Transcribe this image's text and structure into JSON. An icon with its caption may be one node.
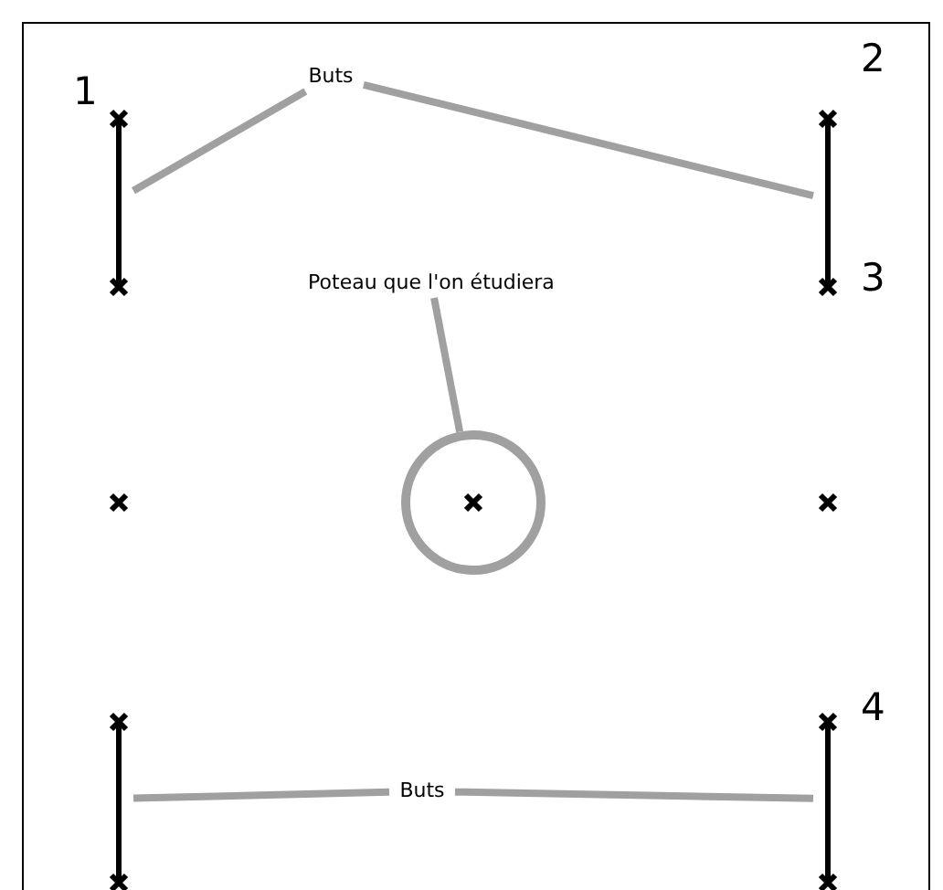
{
  "diagram": {
    "nodes": [
      {
        "text": [
          "Buts"
        ]
      },
      {
        "text": [],
        "shape": "bar"
      },
      {
        "text": [],
        "shape": "bar"
      },
      {
        "text": [
          "Poteau que l'on étudiera"
        ]
      },
      {
        "text": [],
        "shape": "circle"
      },
      {
        "text": [
          "Buts"
        ]
      },
      {
        "text": [],
        "shape": "bar"
      },
      {
        "text": [],
        "shape": "bar"
      }
    ],
    "edges": [
      {
        "from": 0,
        "to": 1,
        "arrow": "none"
      },
      {
        "from": 0,
        "to": 2,
        "arrow": "none"
      },
      {
        "from": 3,
        "to": 4,
        "arrow": "none"
      },
      {
        "from": 5,
        "to": 6,
        "arrow": "none"
      },
      {
        "from": 5,
        "to": 7,
        "arrow": "none"
      }
    ],
    "labels": [
      "1",
      "2",
      "3",
      "4"
    ]
  }
}
